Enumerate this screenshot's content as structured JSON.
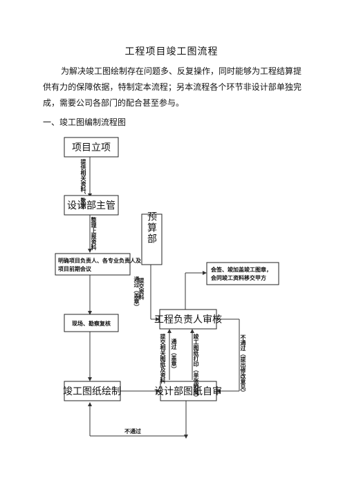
{
  "doc": {
    "title": "工程项目竣工图流程",
    "intro": "为解决竣工图绘制存在问题多、反复操作，同时能够为工程结算提供有力的保障依据，特制定本流程；另本流程各个环节非设计部单独完成，需要公司各部门的配合甚至参与。",
    "section_heading": "一、竣工图编制流程图"
  },
  "flow": {
    "box_project": "项目立项",
    "box_design_manager": "设计部主管",
    "box_assign": "明确项目负责人、各专业负责人及项目前期会议",
    "box_survey": "现场、勘察复核",
    "box_drawing": "竣工图纸绘制",
    "box_selfcheck": "设计部图纸自审",
    "box_engineer_review": "工程负责人审核",
    "box_budget": "预算部",
    "box_stamp": "会签、竣加盖竣工图章，会同竣工资料移交甲方",
    "label_project_to_manager": "提供相关资料、数据",
    "label_manager_to_assign": "整理上报资料",
    "label_budget": "通过（盖章）",
    "label_budget_2": "提交资料",
    "label_self_up_1": "提交相关图纸及资料",
    "label_self_up_2": "通过（盖章）",
    "label_self_up_3": "竣工图纸打印（单张晒图）",
    "label_reject_right": "不通过（提出修改意见）",
    "label_fail_bottom": "不通过"
  }
}
